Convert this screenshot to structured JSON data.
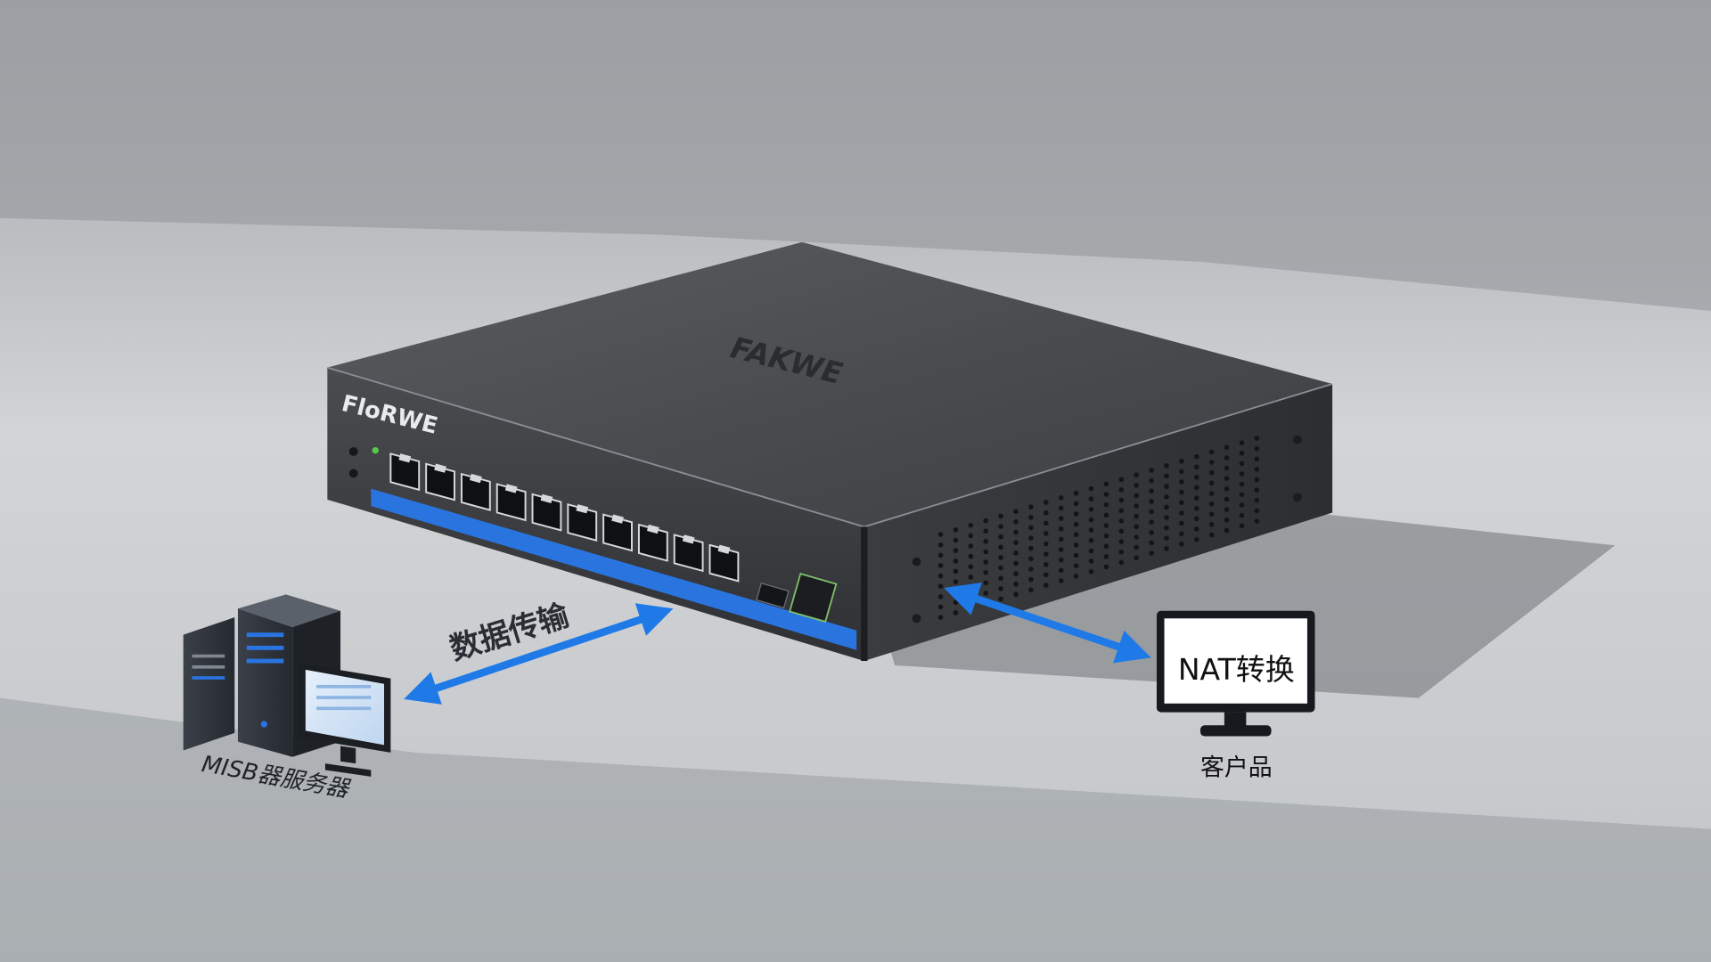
{
  "brand_front": "FloRWE",
  "brand_top": "FAKWE",
  "arrow_left_label": "数据传输",
  "server_label": "MISB器服务器",
  "monitor_screen_text": "NAT转换",
  "monitor_caption": "客户品",
  "colors": {
    "arrow": "#1f7ae8",
    "accent_strip": "#2a74e0",
    "floor": "#c7c9cb",
    "shadow": "#8f9498",
    "device_top": "#4b4d51",
    "device_front": "#34363a"
  }
}
